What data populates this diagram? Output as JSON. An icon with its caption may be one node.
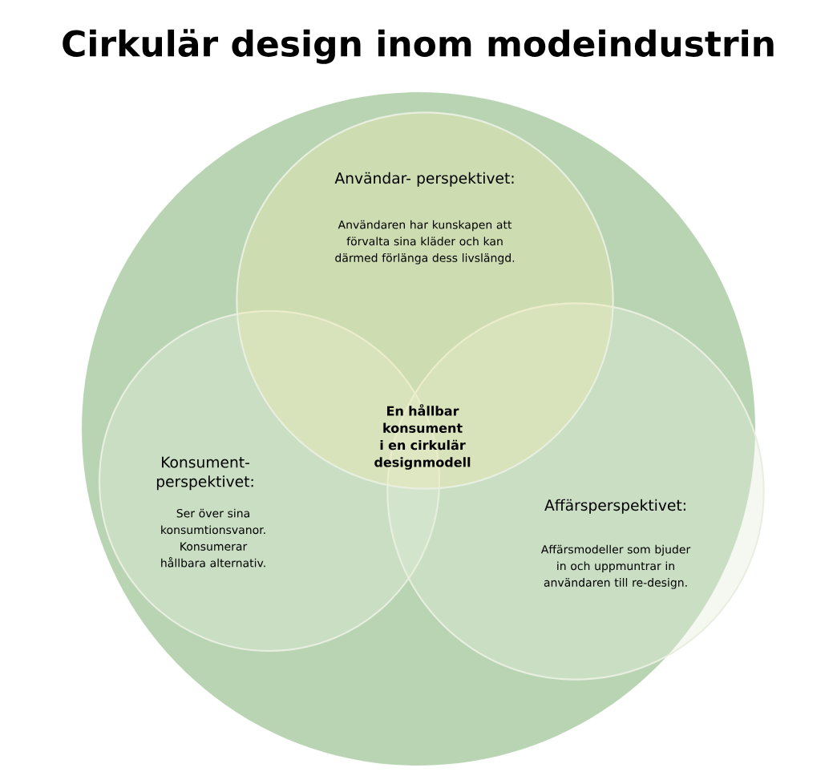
{
  "diagram": {
    "title": "Cirkulär design inom modeindustrin",
    "nodes": [
      {
        "text": [],
        "shape": "circle"
      },
      {
        "text": [
          "Användar- perspektivet:",
          "Användaren har kunskapen att förvalta sina kläder och kan därmed förlänga dess livslängd."
        ],
        "in": 0
      },
      {
        "text": [
          "Konsument- perspektivet:",
          "Ser över sina konsumtionsvanor. Konsumerar hållbara alternativ."
        ],
        "in": 0
      },
      {
        "text": [
          "Affärsperspektivet:",
          "Affärsmodeller som bjuder in och uppmuntrar in användaren till re-design."
        ],
        "in": 0
      }
    ],
    "labels": [
      "En hållbar konsument i en cirkulär designmodell"
    ]
  }
}
